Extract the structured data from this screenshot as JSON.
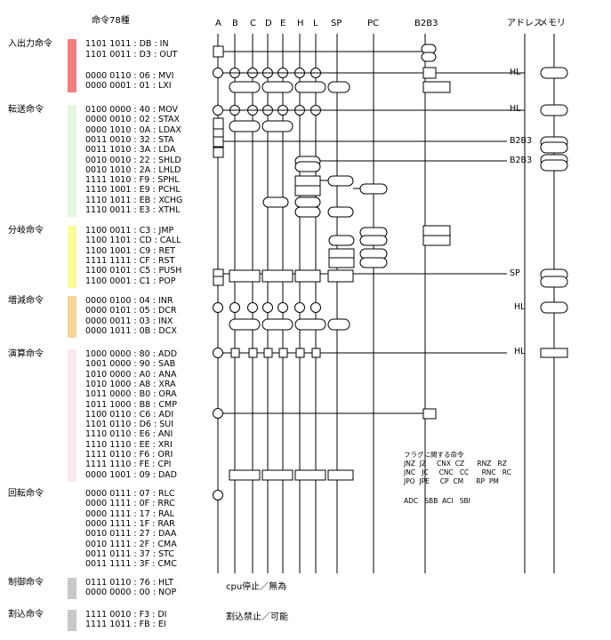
{
  "title": "命令78種",
  "columns": [
    "A",
    "B",
    "C",
    "D",
    "E",
    "H",
    "L",
    "SP",
    "PC",
    "B2B3",
    "アドレス",
    "メモリ"
  ],
  "colors": {
    "io": "#f08080",
    "transfer": "#e6f7e0",
    "branch": "#fbfb9c",
    "incdec": "#f5d59c",
    "arith": "#fbe9ec",
    "control": "#c8c8c8"
  },
  "categories": [
    {
      "name": "入出力命令",
      "color": "io",
      "instructions": [
        "1101 1011 : DB : IN",
        "1101 0011 : D3 : OUT",
        "0000 0110 : 06 : MVI",
        "0000 0001 : 01 : LXI"
      ]
    },
    {
      "name": "転送命令",
      "color": "transfer",
      "instructions": [
        "0100 0000 : 40 : MOV",
        "0000 0010 : 02 : STAX",
        "0000 1010 : 0A : LDAX",
        "0011 0010 : 32 : STA",
        "0011 1010 : 3A : LDA",
        "0010 0010 : 22 : SHLD",
        "0010 1010 : 2A : LHLD",
        "1111 1010 : F9 : SPHL",
        "1110 1001 : E9 : PCHL",
        "1110 1011 : EB : XCHG",
        "1110 0011 : E3 : XTHL"
      ]
    },
    {
      "name": "分岐命令",
      "color": "branch",
      "instructions": [
        "1100 0011 : C3 : JMP",
        "1100 1101 : CD : CALL",
        "1100 1001 : C9 : RET",
        "1111 1111 : CF : RST",
        "1100 0101 : C5 : PUSH",
        "1100 0001 : C1 : POP"
      ]
    },
    {
      "name": "増減命令",
      "color": "incdec",
      "instructions": [
        "0000 0100 : 04 : INR",
        "0000 0101 : 05 : DCR",
        "0000 0011 : 03 : INX",
        "0000 1011 : 0B : DCX"
      ]
    },
    {
      "name": "演算命令",
      "color": "arith",
      "instructions": [
        "1000 0000 : 80 : ADD",
        "1001 0000 : 90 : SAB",
        "1010 0000 : A0 : ANA",
        "1010 1000 : A8 : XRA",
        "1011 0000 : B0 : ORA",
        "1011 1000 : B8 : CMP",
        "1100 0110 : C6 : ADI",
        "1101 0110 : D6 : SUI",
        "1110 0110 : E6 : ANI",
        "1110 1110 : EE : XRI",
        "1111 0110 : F6 : ORI",
        "1111 1110 : FE : CPI",
        "0000 1001 : 09 : DAD"
      ]
    },
    {
      "name": "回転命令",
      "color": null,
      "instructions": [
        "0000 0111 : 07 : RLC",
        "0000 1111 : 0F : RRC",
        "0000 1111 : 17 : RAL",
        "0000 1111 : 1F : RAR",
        "0010 0111 : 27 : DAA",
        "0010 1111 : 2F : CMA",
        "0011 0111 : 37 : STC",
        "0011 1111 : 3F : CMC"
      ]
    },
    {
      "name": "制御命令",
      "color": "control",
      "instructions": [
        "0111 0110 : 76 : HLT",
        "0000 0000 : 00 : NOP"
      ]
    },
    {
      "name": "割込命令",
      "color": "control",
      "instructions": [
        "1111 0010 : F3 : DI",
        "1111 1011 : FB : EI"
      ]
    }
  ],
  "address_labels": [
    "HL",
    "HL",
    "B2B3",
    "B2B3",
    "SP",
    "HL",
    "HL"
  ],
  "flags_title": "フラグに関する命令",
  "flags_lines": [
    "JNZ  JZ     CNX  CZ      RNZ   RZ",
    "JNC   JC     CNC   CC      RNC   RC",
    "JPO  JPE     CP  CM      RP  PM"
  ],
  "flags_arith": "ADC   SBB  ACI   SBI",
  "notes": {
    "control": "cpu停止／無為",
    "interrupt": "割込禁止／可能"
  }
}
